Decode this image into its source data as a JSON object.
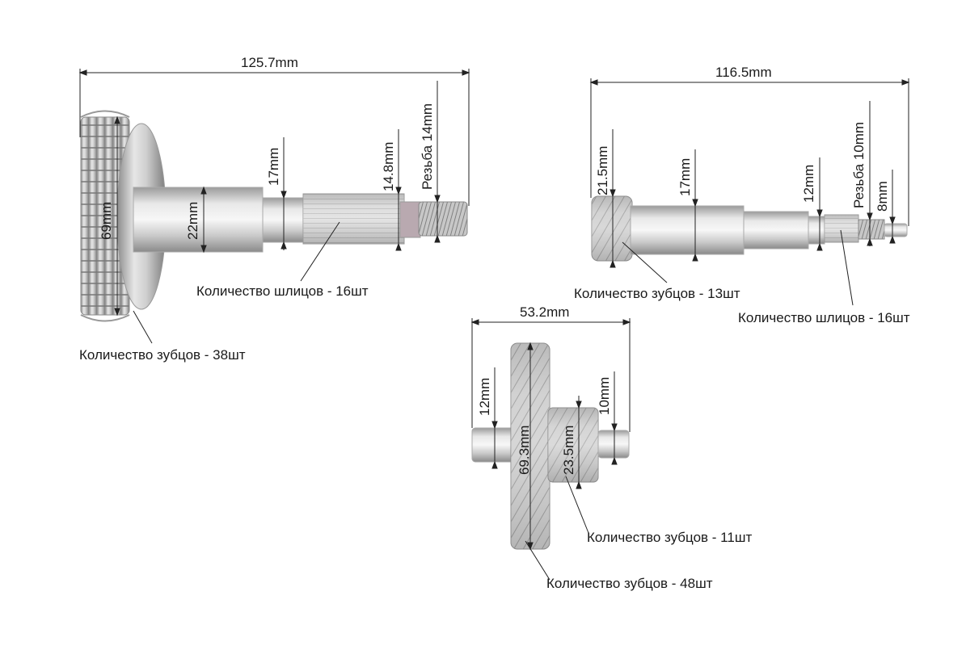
{
  "shaft1": {
    "length": "125.7mm",
    "gear_diameter": "69mm",
    "shoulder_diameter": "22mm",
    "neck_diameter": "17mm",
    "spline_diameter": "14.8mm",
    "thread": "Резьба 14mm",
    "splines_count": "Количество шлицов - 16шт",
    "teeth_count": "Количество зубцов - 38шт"
  },
  "shaft2": {
    "length": "116.5mm",
    "pinion_diameter": "21.5mm",
    "body_diameter": "17mm",
    "neck_diameter": "12mm",
    "thread": "Резьба 10mm",
    "tip_diameter": "8mm",
    "teeth_count": "Количество зубцов - 13шт",
    "splines_count": "Количество шлицов - 16шт"
  },
  "shaft3": {
    "length": "53.2mm",
    "left_journal": "12mm",
    "gear_diameter": "69.3mm",
    "pinion_diameter": "23.5mm",
    "right_journal": "10mm",
    "pinion_teeth": "Количество зубцов - 11шт",
    "gear_teeth": "Количество зубцов - 48шт"
  }
}
